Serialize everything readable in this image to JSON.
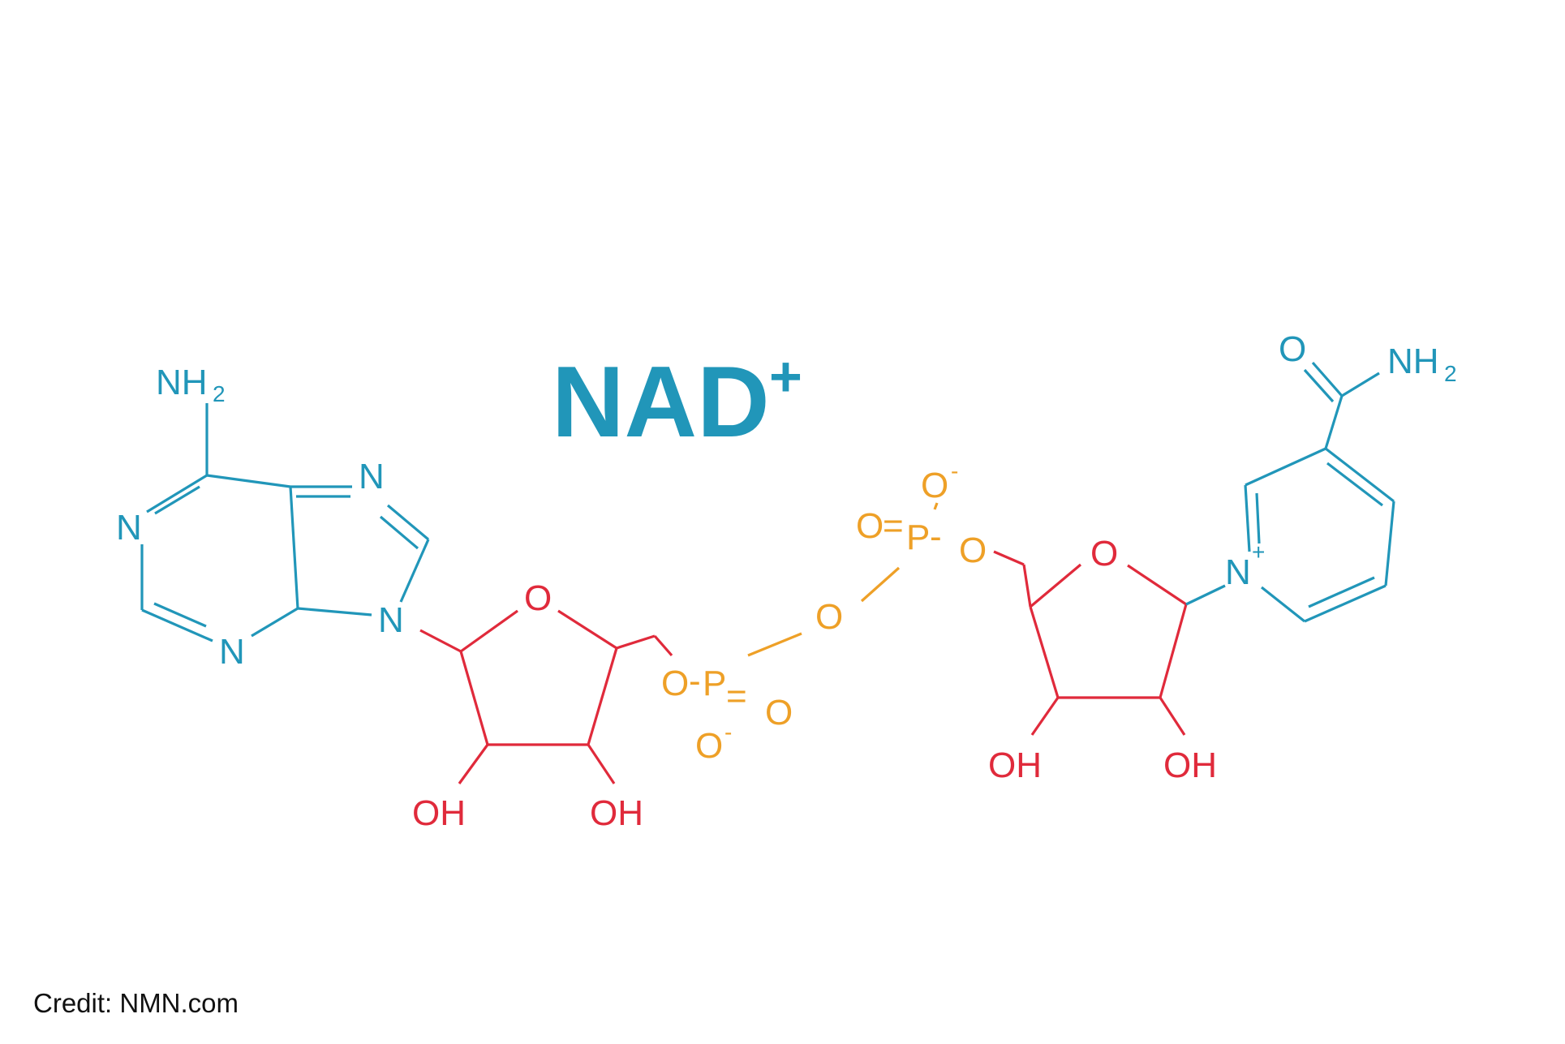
{
  "title": {
    "text": "NAD",
    "superscript": "+"
  },
  "credit": "Credit: NMN.com",
  "colors": {
    "adenine": "#2196b9",
    "ribose": "#e02a3b",
    "phosphate": "#eea027",
    "nicotinamide": "#2196b9",
    "credit_text": "#111111"
  },
  "labels": {
    "adenine_nh": "NH",
    "adenine_nh_sub": "2",
    "adenine_n1": "N",
    "adenine_n3": "N",
    "adenine_n7": "N",
    "adenine_n9": "N",
    "ribose1_o": "O",
    "ribose1_oh_left": "OH",
    "ribose1_oh_right": "OH",
    "phosphate1_o_link": "O",
    "phosphate1_dash": "-",
    "phosphate1_p": "P",
    "phosphate1_eq": "=",
    "phosphate1_o_double": "O",
    "phosphate1_o_minus": "O",
    "phosphate1_minus": "-",
    "bridge_o": "O",
    "phosphate2_o_minus": "O",
    "phosphate2_minus": "-",
    "phosphate2_o_double": "O",
    "phosphate2_eq": "=",
    "phosphate2_p": "P",
    "phosphate2_dash": "-",
    "phosphate2_o_link": "O",
    "ribose2_o": "O",
    "ribose2_oh_left": "OH",
    "ribose2_oh_right": "OH",
    "nicotinamide_n": "N",
    "nicotinamide_plus": "+",
    "amide_o": "O",
    "amide_nh": "NH",
    "amide_nh_sub": "2"
  }
}
